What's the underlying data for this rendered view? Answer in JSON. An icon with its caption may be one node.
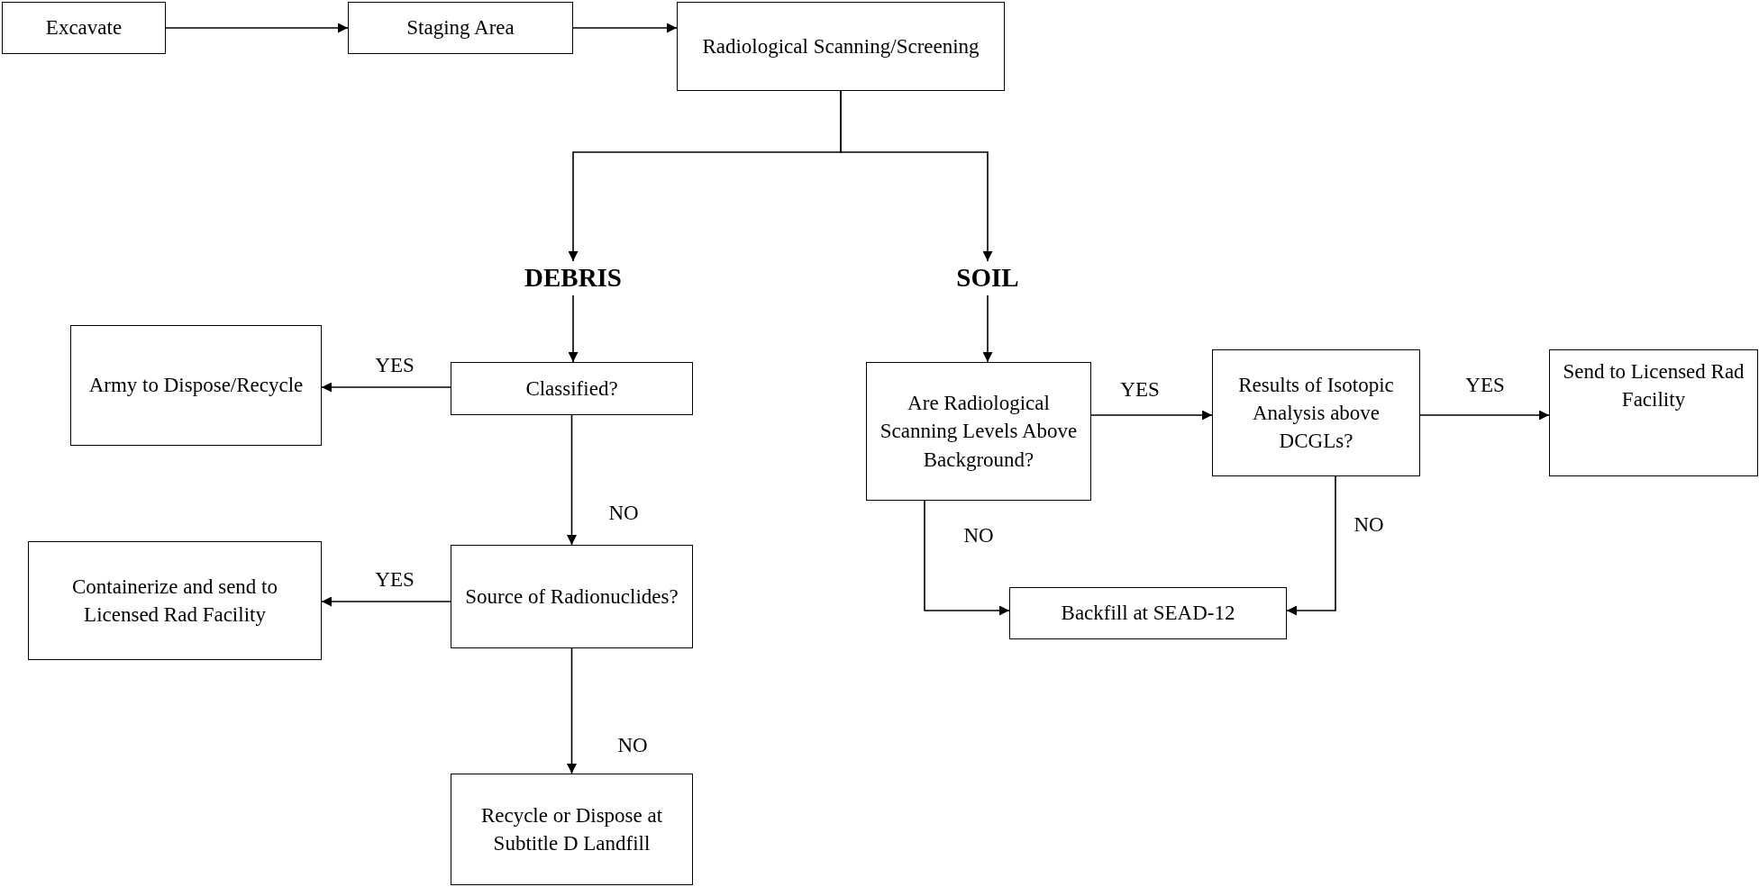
{
  "diagram": {
    "nodes": [
      {
        "text": [
          "Excavate"
        ]
      },
      {
        "text": [
          "Staging Area"
        ]
      },
      {
        "text": [
          "Radiological Scanning/Screening"
        ]
      },
      {
        "text": [
          "DEBRIS"
        ]
      },
      {
        "text": [
          "SOIL"
        ]
      },
      {
        "text": [
          "Army to Dispose/Recycle"
        ]
      },
      {
        "text": [
          "Classified?"
        ]
      },
      {
        "text": [
          "Containerize and send to Licensed Rad Facility"
        ]
      },
      {
        "text": [
          "Source of Radionuclides?"
        ]
      },
      {
        "text": [
          "Recycle or Dispose at Subtitle D Landfill"
        ]
      },
      {
        "text": [
          "Are Radiological Scanning Levels Above Background?"
        ]
      },
      {
        "text": [
          "Results of Isotopic Analysis above DCGLs?"
        ]
      },
      {
        "text": [
          "Send to Licensed Rad Facility"
        ]
      },
      {
        "text": [
          "Backfill at SEAD-12"
        ]
      }
    ],
    "edges": [
      {
        "from": 0,
        "to": 1,
        "arrow": "to"
      },
      {
        "from": 1,
        "to": 2,
        "arrow": "to"
      },
      {
        "from": 2,
        "to": 3,
        "arrow": "to"
      },
      {
        "from": 2,
        "to": 4,
        "arrow": "to"
      },
      {
        "from": 3,
        "to": 6,
        "arrow": "to"
      },
      {
        "from": 4,
        "to": 10,
        "arrow": "to"
      },
      {
        "from": 6,
        "to": 5,
        "label": "YES",
        "arrow": "to"
      },
      {
        "from": 6,
        "to": 8,
        "label": "NO",
        "arrow": "to"
      },
      {
        "from": 8,
        "to": 7,
        "label": "YES",
        "arrow": "to"
      },
      {
        "from": 8,
        "to": 9,
        "label": "NO",
        "arrow": "to"
      },
      {
        "from": 10,
        "to": 11,
        "label": "YES",
        "arrow": "to"
      },
      {
        "from": 11,
        "to": 12,
        "label": "YES",
        "arrow": "to"
      },
      {
        "from": 10,
        "to": 13,
        "label": "NO",
        "arrow": "to"
      },
      {
        "from": 11,
        "to": 13,
        "label": "NO",
        "arrow": "to"
      }
    ]
  }
}
